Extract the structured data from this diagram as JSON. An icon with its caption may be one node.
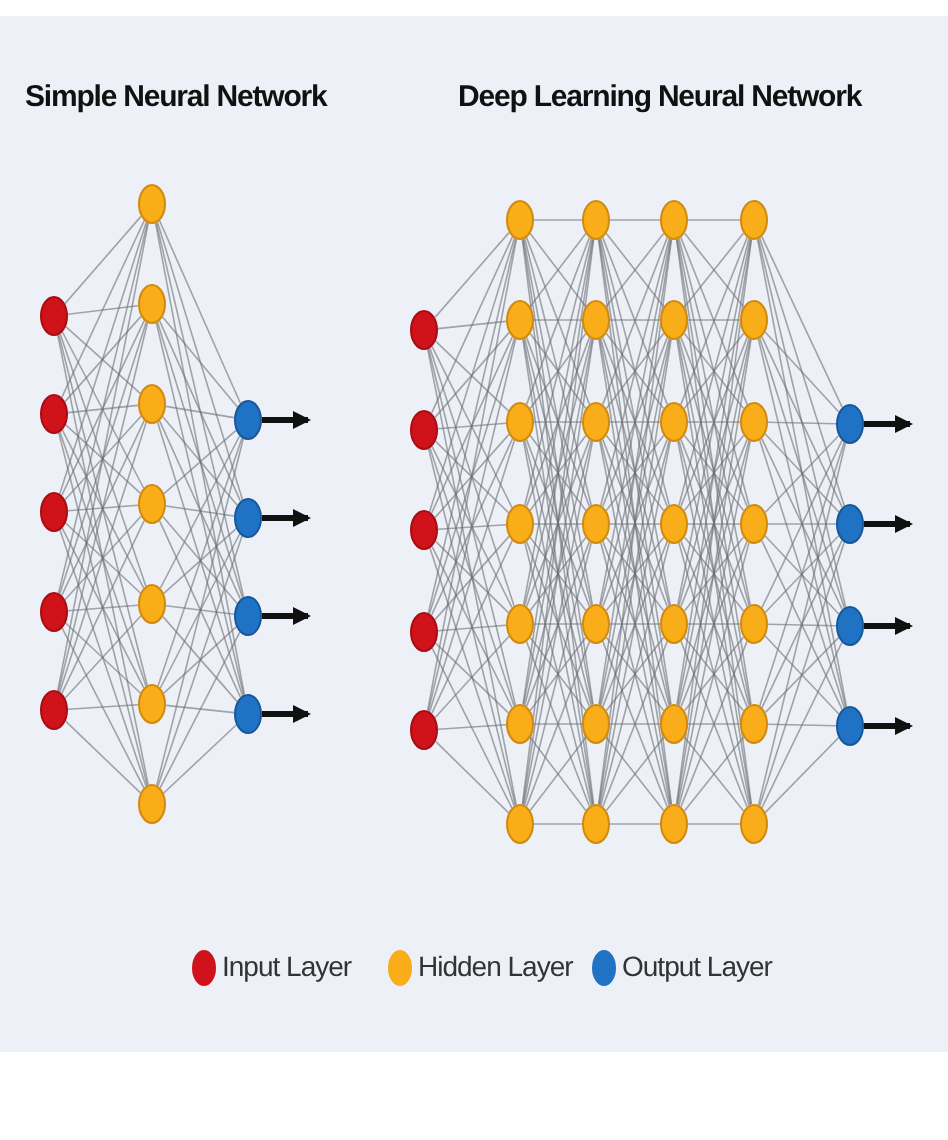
{
  "diagram": {
    "nodes": [
      {
        "text": [],
        "shape": "circle"
      },
      {
        "text": [],
        "shape": "circle"
      },
      {
        "text": [],
        "shape": "circle"
      },
      {
        "text": [],
        "shape": "circle"
      },
      {
        "text": [],
        "shape": "circle"
      },
      {
        "text": [],
        "shape": "circle"
      },
      {
        "text": [],
        "shape": "circle"
      },
      {
        "text": [],
        "shape": "circle"
      },
      {
        "text": [],
        "shape": "circle"
      },
      {
        "text": [],
        "shape": "circle"
      },
      {
        "text": [],
        "shape": "circle"
      },
      {
        "text": [],
        "shape": "circle"
      },
      {
        "text": [],
        "shape": "circle"
      },
      {
        "text": [],
        "shape": "circle"
      },
      {
        "text": [],
        "shape": "circle"
      },
      {
        "text": [],
        "shape": "circle"
      },
      {
        "text": [],
        "shape": "circle"
      },
      {
        "text": [],
        "shape": "circle"
      },
      {
        "text": [],
        "shape": "circle"
      },
      {
        "text": [],
        "shape": "circle"
      },
      {
        "text": [],
        "shape": "circle"
      },
      {
        "text": [],
        "shape": "circle"
      },
      {
        "text": [],
        "shape": "circle"
      },
      {
        "text": [],
        "shape": "circle"
      },
      {
        "text": [],
        "shape": "circle"
      },
      {
        "text": [],
        "shape": "circle"
      },
      {
        "text": [],
        "shape": "circle"
      },
      {
        "text": [],
        "shape": "circle"
      },
      {
        "text": [],
        "shape": "circle"
      },
      {
        "text": [],
        "shape": "circle"
      },
      {
        "text": [],
        "shape": "circle"
      },
      {
        "text": [],
        "shape": "circle"
      },
      {
        "text": [],
        "shape": "circle"
      },
      {
        "text": [],
        "shape": "circle"
      },
      {
        "text": [],
        "shape": "circle"
      },
      {
        "text": [],
        "shape": "circle"
      },
      {
        "text": [],
        "shape": "circle"
      },
      {
        "text": [],
        "shape": "circle"
      },
      {
        "text": [],
        "shape": "circle"
      },
      {
        "text": [],
        "shape": "circle"
      },
      {
        "text": [],
        "shape": "circle"
      },
      {
        "text": [],
        "shape": "circle"
      },
      {
        "text": [],
        "shape": "circle"
      },
      {
        "text": [],
        "shape": "circle"
      },
      {
        "text": [],
        "shape": "circle"
      },
      {
        "text": [],
        "shape": "circle"
      },
      {
        "text": [],
        "shape": "circle"
      },
      {
        "text": [],
        "shape": "circle"
      },
      {
        "text": [],
        "shape": "circle"
      },
      {
        "text": [],
        "shape": "circle"
      },
      {
        "text": [],
        "shape": "circle"
      },
      {
        "text": [],
        "shape": "circle"
      },
      {
        "text": [],
        "shape": "circle"
      }
    ],
    "edges": [
      {
        "from": 0,
        "to": 5,
        "arrow": "none"
      },
      {
        "from": 0,
        "to": 6,
        "arrow": "none"
      },
      {
        "from": 0,
        "to": 7,
        "arrow": "none"
      },
      {
        "from": 0,
        "to": 8,
        "arrow": "none"
      },
      {
        "from": 0,
        "to": 9,
        "arrow": "none"
      },
      {
        "from": 0,
        "to": 10,
        "arrow": "none"
      },
      {
        "from": 0,
        "to": 11,
        "arrow": "none"
      },
      {
        "from": 1,
        "to": 5,
        "arrow": "none"
      },
      {
        "from": 1,
        "to": 6,
        "arrow": "none"
      },
      {
        "from": 1,
        "to": 7,
        "arrow": "none"
      },
      {
        "from": 1,
        "to": 8,
        "arrow": "none"
      },
      {
        "from": 1,
        "to": 9,
        "arrow": "none"
      },
      {
        "from": 1,
        "to": 10,
        "arrow": "none"
      },
      {
        "from": 1,
        "to": 11,
        "arrow": "none"
      },
      {
        "from": 2,
        "to": 5,
        "arrow": "none"
      },
      {
        "from": 2,
        "to": 6,
        "arrow": "none"
      },
      {
        "from": 2,
        "to": 7,
        "arrow": "none"
      },
      {
        "from": 2,
        "to": 8,
        "arrow": "none"
      },
      {
        "from": 2,
        "to": 9,
        "arrow": "none"
      },
      {
        "from": 2,
        "to": 10,
        "arrow": "none"
      },
      {
        "from": 2,
        "to": 11,
        "arrow": "none"
      },
      {
        "from": 3,
        "to": 5,
        "arrow": "none"
      },
      {
        "from": 3,
        "to": 6,
        "arrow": "none"
      },
      {
        "from": 3,
        "to": 7,
        "arrow": "none"
      },
      {
        "from": 3,
        "to": 8,
        "arrow": "none"
      },
      {
        "from": 3,
        "to": 9,
        "arrow": "none"
      },
      {
        "from": 3,
        "to": 10,
        "arrow": "none"
      },
      {
        "from": 3,
        "to": 11,
        "arrow": "none"
      },
      {
        "from": 4,
        "to": 5,
        "arrow": "none"
      },
      {
        "from": 4,
        "to": 6,
        "arrow": "none"
      },
      {
        "from": 4,
        "to": 7,
        "arrow": "none"
      },
      {
        "from": 4,
        "to": 8,
        "arrow": "none"
      },
      {
        "from": 4,
        "to": 9,
        "arrow": "none"
      },
      {
        "from": 4,
        "to": 10,
        "arrow": "none"
      },
      {
        "from": 4,
        "to": 11,
        "arrow": "none"
      },
      {
        "from": 5,
        "to": 12,
        "arrow": "none"
      },
      {
        "from": 5,
        "to": 13,
        "arrow": "none"
      },
      {
        "from": 5,
        "to": 14,
        "arrow": "none"
      },
      {
        "from": 5,
        "to": 15,
        "arrow": "none"
      },
      {
        "from": 6,
        "to": 12,
        "arrow": "none"
      },
      {
        "from": 6,
        "to": 13,
        "arrow": "none"
      },
      {
        "from": 6,
        "to": 14,
        "arrow": "none"
      },
      {
        "from": 6,
        "to": 15,
        "arrow": "none"
      },
      {
        "from": 7,
        "to": 12,
        "arrow": "none"
      },
      {
        "from": 7,
        "to": 13,
        "arrow": "none"
      },
      {
        "from": 7,
        "to": 14,
        "arrow": "none"
      },
      {
        "from": 7,
        "to": 15,
        "arrow": "none"
      },
      {
        "from": 8,
        "to": 12,
        "arrow": "none"
      },
      {
        "from": 8,
        "to": 13,
        "arrow": "none"
      },
      {
        "from": 8,
        "to": 14,
        "arrow": "none"
      },
      {
        "from": 8,
        "to": 15,
        "arrow": "none"
      },
      {
        "from": 9,
        "to": 12,
        "arrow": "none"
      },
      {
        "from": 9,
        "to": 13,
        "arrow": "none"
      },
      {
        "from": 9,
        "to": 14,
        "arrow": "none"
      },
      {
        "from": 9,
        "to": 15,
        "arrow": "none"
      },
      {
        "from": 10,
        "to": 12,
        "arrow": "none"
      },
      {
        "from": 10,
        "to": 13,
        "arrow": "none"
      },
      {
        "from": 10,
        "to": 14,
        "arrow": "none"
      },
      {
        "from": 10,
        "to": 15,
        "arrow": "none"
      },
      {
        "from": 11,
        "to": 12,
        "arrow": "none"
      },
      {
        "from": 11,
        "to": 13,
        "arrow": "none"
      },
      {
        "from": 11,
        "to": 14,
        "arrow": "none"
      },
      {
        "from": 11,
        "to": 15,
        "arrow": "none"
      },
      {
        "from": 12,
        "to": null,
        "arrow": "to",
        "style": "thick",
        "color": "#111111"
      },
      {
        "from": 13,
        "to": null,
        "arrow": "to",
        "style": "thick",
        "color": "#111111"
      },
      {
        "from": 14,
        "to": null,
        "arrow": "to",
        "style": "thick",
        "color": "#111111"
      },
      {
        "from": 15,
        "to": null,
        "arrow": "to",
        "style": "thick",
        "color": "#111111"
      },
      {
        "from": 16,
        "to": 21,
        "arrow": "none"
      },
      {
        "from": 16,
        "to": 22,
        "arrow": "none"
      },
      {
        "from": 16,
        "to": 23,
        "arrow": "none"
      },
      {
        "from": 16,
        "to": 24,
        "arrow": "none"
      },
      {
        "from": 16,
        "to": 25,
        "arrow": "none"
      },
      {
        "from": 16,
        "to": 26,
        "arrow": "none"
      },
      {
        "from": 16,
        "to": 27,
        "arrow": "none"
      },
      {
        "from": 17,
        "to": 21,
        "arrow": "none"
      },
      {
        "from": 17,
        "to": 22,
        "arrow": "none"
      },
      {
        "from": 17,
        "to": 23,
        "arrow": "none"
      },
      {
        "from": 17,
        "to": 24,
        "arrow": "none"
      },
      {
        "from": 17,
        "to": 25,
        "arrow": "none"
      },
      {
        "from": 17,
        "to": 26,
        "arrow": "none"
      },
      {
        "from": 17,
        "to": 27,
        "arrow": "none"
      },
      {
        "from": 18,
        "to": 21,
        "arrow": "none"
      },
      {
        "from": 18,
        "to": 22,
        "arrow": "none"
      },
      {
        "from": 18,
        "to": 23,
        "arrow": "none"
      },
      {
        "from": 18,
        "to": 24,
        "arrow": "none"
      },
      {
        "from": 18,
        "to": 25,
        "arrow": "none"
      },
      {
        "from": 18,
        "to": 26,
        "arrow": "none"
      },
      {
        "from": 18,
        "to": 27,
        "arrow": "none"
      },
      {
        "from": 19,
        "to": 21,
        "arrow": "none"
      },
      {
        "from": 19,
        "to": 22,
        "arrow": "none"
      },
      {
        "from": 19,
        "to": 23,
        "arrow": "none"
      },
      {
        "from": 19,
        "to": 24,
        "arrow": "none"
      },
      {
        "from": 19,
        "to": 25,
        "arrow": "none"
      },
      {
        "from": 19,
        "to": 26,
        "arrow": "none"
      },
      {
        "from": 19,
        "to": 27,
        "arrow": "none"
      },
      {
        "from": 20,
        "to": 21,
        "arrow": "none"
      },
      {
        "from": 20,
        "to": 22,
        "arrow": "none"
      },
      {
        "from": 20,
        "to": 23,
        "arrow": "none"
      },
      {
        "from": 20,
        "to": 24,
        "arrow": "none"
      },
      {
        "from": 20,
        "to": 25,
        "arrow": "none"
      },
      {
        "from": 20,
        "to": 26,
        "arrow": "none"
      },
      {
        "from": 20,
        "to": 27,
        "arrow": "none"
      },
      {
        "from": 21,
        "to": 28,
        "arrow": "none"
      },
      {
        "from": 21,
        "to": 29,
        "arrow": "none"
      },
      {
        "from": 21,
        "to": 30,
        "arrow": "none"
      },
      {
        "from": 21,
        "to": 31,
        "arrow": "none"
      },
      {
        "from": 21,
        "to": 32,
        "arrow": "none"
      },
      {
        "from": 21,
        "to": 33,
        "arrow": "none"
      },
      {
        "from": 21,
        "to": 34,
        "arrow": "none"
      },
      {
        "from": 22,
        "to": 28,
        "arrow": "none"
      },
      {
        "from": 22,
        "to": 29,
        "arrow": "none"
      },
      {
        "from": 22,
        "to": 30,
        "arrow": "none"
      },
      {
        "from": 22,
        "to": 31,
        "arrow": "none"
      },
      {
        "from": 22,
        "to": 32,
        "arrow": "none"
      },
      {
        "from": 22,
        "to": 33,
        "arrow": "none"
      },
      {
        "from": 22,
        "to": 34,
        "arrow": "none"
      },
      {
        "from": 23,
        "to": 28,
        "arrow": "none"
      },
      {
        "from": 23,
        "to": 29,
        "arrow": "none"
      },
      {
        "from": 23,
        "to": 30,
        "arrow": "none"
      },
      {
        "from": 23,
        "to": 31,
        "arrow": "none"
      },
      {
        "from": 23,
        "to": 32,
        "arrow": "none"
      },
      {
        "from": 23,
        "to": 33,
        "arrow": "none"
      },
      {
        "from": 23,
        "to": 34,
        "arrow": "none"
      },
      {
        "from": 24,
        "to": 28,
        "arrow": "none"
      },
      {
        "from": 24,
        "to": 29,
        "arrow": "none"
      },
      {
        "from": 24,
        "to": 30,
        "arrow": "none"
      },
      {
        "from": 24,
        "to": 31,
        "arrow": "none"
      },
      {
        "from": 24,
        "to": 32,
        "arrow": "none"
      },
      {
        "from": 24,
        "to": 33,
        "arrow": "none"
      },
      {
        "from": 24,
        "to": 34,
        "arrow": "none"
      },
      {
        "from": 25,
        "to": 28,
        "arrow": "none"
      },
      {
        "from": 25,
        "to": 29,
        "arrow": "none"
      },
      {
        "from": 25,
        "to": 30,
        "arrow": "none"
      },
      {
        "from": 25,
        "to": 31,
        "arrow": "none"
      },
      {
        "from": 25,
        "to": 32,
        "arrow": "none"
      },
      {
        "from": 25,
        "to": 33,
        "arrow": "none"
      },
      {
        "from": 25,
        "to": 34,
        "arrow": "none"
      },
      {
        "from": 26,
        "to": 28,
        "arrow": "none"
      },
      {
        "from": 26,
        "to": 29,
        "arrow": "none"
      },
      {
        "from": 26,
        "to": 30,
        "arrow": "none"
      },
      {
        "from": 26,
        "to": 31,
        "arrow": "none"
      },
      {
        "from": 26,
        "to": 32,
        "arrow": "none"
      },
      {
        "from": 26,
        "to": 33,
        "arrow": "none"
      },
      {
        "from": 26,
        "to": 34,
        "arrow": "none"
      },
      {
        "from": 27,
        "to": 28,
        "arrow": "none"
      },
      {
        "from": 27,
        "to": 29,
        "arrow": "none"
      },
      {
        "from": 27,
        "to": 30,
        "arrow": "none"
      },
      {
        "from": 27,
        "to": 31,
        "arrow": "none"
      },
      {
        "from": 27,
        "to": 32,
        "arrow": "none"
      },
      {
        "from": 27,
        "to": 33,
        "arrow": "none"
      },
      {
        "from": 27,
        "to": 34,
        "arrow": "none"
      },
      {
        "from": 28,
        "to": 35,
        "arrow": "none"
      },
      {
        "from": 28,
        "to": 36,
        "arrow": "none"
      },
      {
        "from": 28,
        "to": 37,
        "arrow": "none"
      },
      {
        "from": 28,
        "to": 38,
        "arrow": "none"
      },
      {
        "from": 28,
        "to": 39,
        "arrow": "none"
      },
      {
        "from": 28,
        "to": 40,
        "arrow": "none"
      },
      {
        "from": 28,
        "to": 41,
        "arrow": "none"
      },
      {
        "from": 29,
        "to": 35,
        "arrow": "none"
      },
      {
        "from": 29,
        "to": 36,
        "arrow": "none"
      },
      {
        "from": 29,
        "to": 37,
        "arrow": "none"
      },
      {
        "from": 29,
        "to": 38,
        "arrow": "none"
      },
      {
        "from": 29,
        "to": 39,
        "arrow": "none"
      },
      {
        "from": 29,
        "to": 40,
        "arrow": "none"
      },
      {
        "from": 29,
        "to": 41,
        "arrow": "none"
      },
      {
        "from": 30,
        "to": 35,
        "arrow": "none"
      },
      {
        "from": 30,
        "to": 36,
        "arrow": "none"
      },
      {
        "from": 30,
        "to": 37,
        "arrow": "none"
      },
      {
        "from": 30,
        "to": 38,
        "arrow": "none"
      },
      {
        "from": 30,
        "to": 39,
        "arrow": "none"
      },
      {
        "from": 30,
        "to": 40,
        "arrow": "none"
      },
      {
        "from": 30,
        "to": 41,
        "arrow": "none"
      },
      {
        "from": 31,
        "to": 35,
        "arrow": "none"
      },
      {
        "from": 31,
        "to": 36,
        "arrow": "none"
      },
      {
        "from": 31,
        "to": 37,
        "arrow": "none"
      },
      {
        "from": 31,
        "to": 38,
        "arrow": "none"
      },
      {
        "from": 31,
        "to": 39,
        "arrow": "none"
      },
      {
        "from": 31,
        "to": 40,
        "arrow": "none"
      },
      {
        "from": 31,
        "to": 41,
        "arrow": "none"
      },
      {
        "from": 32,
        "to": 35,
        "arrow": "none"
      },
      {
        "from": 32,
        "to": 36,
        "arrow": "none"
      },
      {
        "from": 32,
        "to": 37,
        "arrow": "none"
      },
      {
        "from": 32,
        "to": 38,
        "arrow": "none"
      },
      {
        "from": 32,
        "to": 39,
        "arrow": "none"
      },
      {
        "from": 32,
        "to": 40,
        "arrow": "none"
      },
      {
        "from": 32,
        "to": 41,
        "arrow": "none"
      },
      {
        "from": 33,
        "to": 35,
        "arrow": "none"
      },
      {
        "from": 33,
        "to": 36,
        "arrow": "none"
      },
      {
        "from": 33,
        "to": 37,
        "arrow": "none"
      },
      {
        "from": 33,
        "to": 38,
        "arrow": "none"
      },
      {
        "from": 33,
        "to": 39,
        "arrow": "none"
      },
      {
        "from": 33,
        "to": 40,
        "arrow": "none"
      },
      {
        "from": 33,
        "to": 41,
        "arrow": "none"
      },
      {
        "from": 34,
        "to": 35,
        "arrow": "none"
      },
      {
        "from": 34,
        "to": 36,
        "arrow": "none"
      },
      {
        "from": 34,
        "to": 37,
        "arrow": "none"
      },
      {
        "from": 34,
        "to": 38,
        "arrow": "none"
      },
      {
        "from": 34,
        "to": 39,
        "arrow": "none"
      },
      {
        "from": 34,
        "to": 40,
        "arrow": "none"
      },
      {
        "from": 34,
        "to": 41,
        "arrow": "none"
      },
      {
        "from": 35,
        "to": 42,
        "arrow": "none"
      },
      {
        "from": 35,
        "to": 43,
        "arrow": "none"
      },
      {
        "from": 35,
        "to": 44,
        "arrow": "none"
      },
      {
        "from": 35,
        "to": 45,
        "arrow": "none"
      },
      {
        "from": 35,
        "to": 46,
        "arrow": "none"
      },
      {
        "from": 35,
        "to": 47,
        "arrow": "none"
      },
      {
        "from": 35,
        "to": 48,
        "arrow": "none"
      },
      {
        "from": 36,
        "to": 42,
        "arrow": "none"
      },
      {
        "from": 36,
        "to": 43,
        "arrow": "none"
      },
      {
        "from": 36,
        "to": 44,
        "arrow": "none"
      },
      {
        "from": 36,
        "to": 45,
        "arrow": "none"
      },
      {
        "from": 36,
        "to": 46,
        "arrow": "none"
      },
      {
        "from": 36,
        "to": 47,
        "arrow": "none"
      },
      {
        "from": 36,
        "to": 48,
        "arrow": "none"
      },
      {
        "from": 37,
        "to": 42,
        "arrow": "none"
      },
      {
        "from": 37,
        "to": 43,
        "arrow": "none"
      },
      {
        "from": 37,
        "to": 44,
        "arrow": "none"
      },
      {
        "from": 37,
        "to": 45,
        "arrow": "none"
      },
      {
        "from": 37,
        "to": 46,
        "arrow": "none"
      },
      {
        "from": 37,
        "to": 47,
        "arrow": "none"
      },
      {
        "from": 37,
        "to": 48,
        "arrow": "none"
      },
      {
        "from": 38,
        "to": 42,
        "arrow": "none"
      },
      {
        "from": 38,
        "to": 43,
        "arrow": "none"
      },
      {
        "from": 38,
        "to": 44,
        "arrow": "none"
      },
      {
        "from": 38,
        "to": 45,
        "arrow": "none"
      },
      {
        "from": 38,
        "to": 46,
        "arrow": "none"
      },
      {
        "from": 38,
        "to": 47,
        "arrow": "none"
      },
      {
        "from": 38,
        "to": 48,
        "arrow": "none"
      },
      {
        "from": 39,
        "to": 42,
        "arrow": "none"
      },
      {
        "from": 39,
        "to": 43,
        "arrow": "none"
      },
      {
        "from": 39,
        "to": 44,
        "arrow": "none"
      },
      {
        "from": 39,
        "to": 45,
        "arrow": "none"
      },
      {
        "from": 39,
        "to": 46,
        "arrow": "none"
      },
      {
        "from": 39,
        "to": 47,
        "arrow": "none"
      },
      {
        "from": 39,
        "to": 48,
        "arrow": "none"
      },
      {
        "from": 40,
        "to": 42,
        "arrow": "none"
      },
      {
        "from": 40,
        "to": 43,
        "arrow": "none"
      },
      {
        "from": 40,
        "to": 44,
        "arrow": "none"
      },
      {
        "from": 40,
        "to": 45,
        "arrow": "none"
      },
      {
        "from": 40,
        "to": 46,
        "arrow": "none"
      },
      {
        "from": 40,
        "to": 47,
        "arrow": "none"
      },
      {
        "from": 40,
        "to": 48,
        "arrow": "none"
      },
      {
        "from": 41,
        "to": 42,
        "arrow": "none"
      },
      {
        "from": 41,
        "to": 43,
        "arrow": "none"
      },
      {
        "from": 41,
        "to": 44,
        "arrow": "none"
      },
      {
        "from": 41,
        "to": 45,
        "arrow": "none"
      },
      {
        "from": 41,
        "to": 46,
        "arrow": "none"
      },
      {
        "from": 41,
        "to": 47,
        "arrow": "none"
      },
      {
        "from": 41,
        "to": 48,
        "arrow": "none"
      },
      {
        "from": 42,
        "to": 49,
        "arrow": "none"
      },
      {
        "from": 42,
        "to": 50,
        "arrow": "none"
      },
      {
        "from": 42,
        "to": 51,
        "arrow": "none"
      },
      {
        "from": 42,
        "to": 52,
        "arrow": "none"
      },
      {
        "from": 43,
        "to": 49,
        "arrow": "none"
      },
      {
        "from": 43,
        "to": 50,
        "arrow": "none"
      },
      {
        "from": 43,
        "to": 51,
        "arrow": "none"
      },
      {
        "from": 43,
        "to": 52,
        "arrow": "none"
      },
      {
        "from": 44,
        "to": 49,
        "arrow": "none"
      },
      {
        "from": 44,
        "to": 50,
        "arrow": "none"
      },
      {
        "from": 44,
        "to": 51,
        "arrow": "none"
      },
      {
        "from": 44,
        "to": 52,
        "arrow": "none"
      },
      {
        "from": 45,
        "to": 49,
        "arrow": "none"
      },
      {
        "from": 45,
        "to": 50,
        "arrow": "none"
      },
      {
        "from": 45,
        "to": 51,
        "arrow": "none"
      },
      {
        "from": 45,
        "to": 52,
        "arrow": "none"
      },
      {
        "from": 46,
        "to": 49,
        "arrow": "none"
      },
      {
        "from": 46,
        "to": 50,
        "arrow": "none"
      },
      {
        "from": 46,
        "to": 51,
        "arrow": "none"
      },
      {
        "from": 46,
        "to": 52,
        "arrow": "none"
      },
      {
        "from": 47,
        "to": 49,
        "arrow": "none"
      },
      {
        "from": 47,
        "to": 50,
        "arrow": "none"
      },
      {
        "from": 47,
        "to": 51,
        "arrow": "none"
      },
      {
        "from": 47,
        "to": 52,
        "arrow": "none"
      },
      {
        "from": 48,
        "to": 49,
        "arrow": "none"
      },
      {
        "from": 48,
        "to": 50,
        "arrow": "none"
      },
      {
        "from": 48,
        "to": 51,
        "arrow": "none"
      },
      {
        "from": 48,
        "to": 52,
        "arrow": "none"
      },
      {
        "from": 49,
        "to": null,
        "arrow": "to",
        "style": "thick",
        "color": "#111111"
      },
      {
        "from": 50,
        "to": null,
        "arrow": "to",
        "style": "thick",
        "color": "#111111"
      },
      {
        "from": 51,
        "to": null,
        "arrow": "to",
        "style": "thick",
        "color": "#111111"
      },
      {
        "from": 52,
        "to": null,
        "arrow": "to",
        "style": "thick",
        "color": "#111111"
      }
    ],
    "labels": [
      "Simple Neural Network",
      "Deep Learning Neural Network"
    ],
    "legend": [
      {
        "text": "Input Layer",
        "color": "#d0121b"
      },
      {
        "text": "Hidden Layer",
        "color": "#f9ad19"
      },
      {
        "text": "Output Layer",
        "color": "#1f72c4"
      }
    ]
  }
}
